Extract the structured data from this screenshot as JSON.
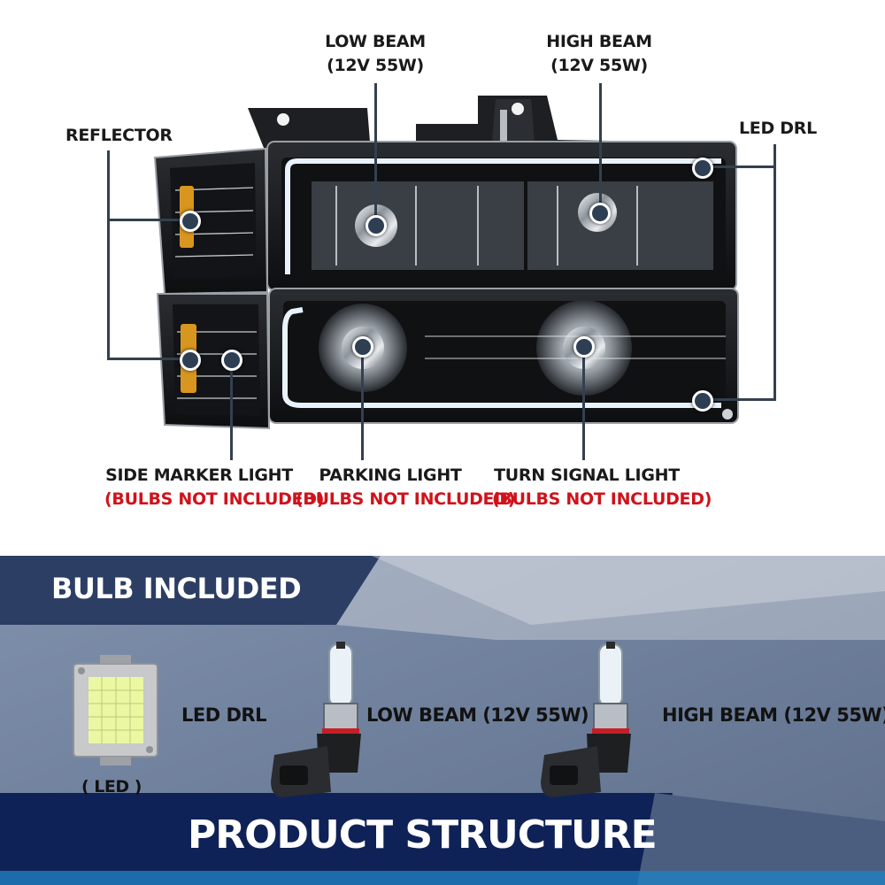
{
  "callouts": {
    "low_beam_top": {
      "line1": "LOW BEAM",
      "line2": "(12V 55W)"
    },
    "high_beam_top": {
      "line1": "HIGH BEAM",
      "line2": "(12V 55W)"
    },
    "reflector": "REFLECTOR",
    "led_drl_top": "LED DRL",
    "side_marker": {
      "line1": "SIDE MARKER LIGHT",
      "line2": "(BULBS NOT INCLUDED)"
    },
    "parking": {
      "line1": "PARKING LIGHT",
      "line2": "(BULBS NOT INCLUDED)"
    },
    "turn_signal": {
      "line1": "TURN SIGNAL LIGHT",
      "line2": "(BULBS NOT INCLUDED)"
    }
  },
  "bulbs_section": {
    "header": "BULB INCLUDED",
    "led_label": "LED DRL",
    "led_caption": "( LED )",
    "low_beam_label": "LOW BEAM (12V 55W)",
    "high_beam_label": "HIGH BEAM (12V 55W)"
  },
  "footer": {
    "title": "PRODUCT STRUCTURE"
  },
  "colors": {
    "accent_red": "#d0121b",
    "banner_navy": "#2c3e63",
    "panel_blue": "#7486a2",
    "dot": "#2e3e53"
  }
}
